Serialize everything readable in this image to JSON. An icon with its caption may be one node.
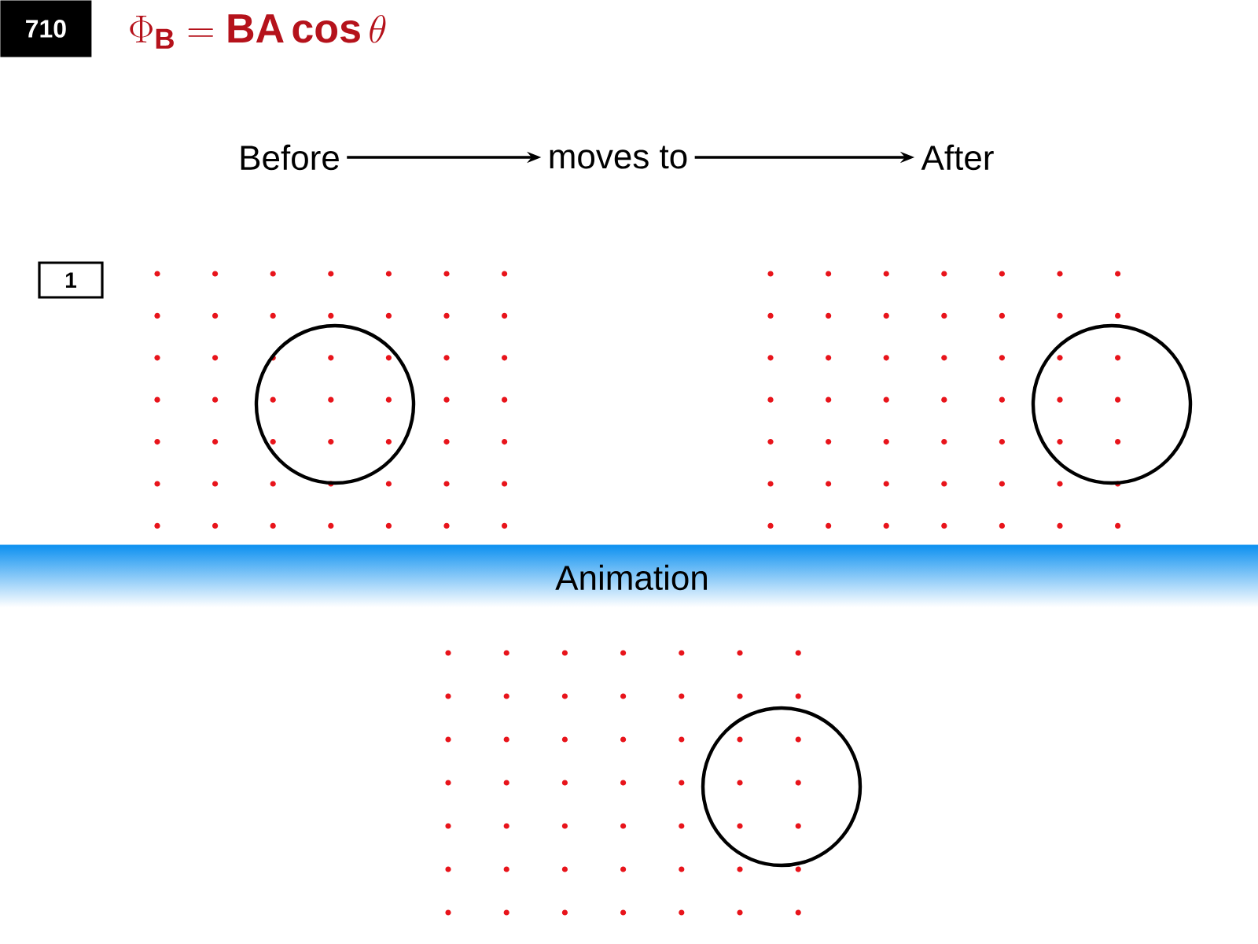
{
  "diagram": {
    "title": "\\Phi_{\\mathbf{B}} = \\mathbf{BA}\\,\\mathbf{cos}\\,\\theta",
    "nodes": [
      {
        "text": [
          "Before"
        ]
      },
      {
        "text": [
          "moves to"
        ]
      },
      {
        "text": [
          "After"
        ]
      }
    ],
    "edges": [
      {
        "from": 0,
        "to": 1,
        "arrow": "to"
      },
      {
        "from": 1,
        "to": 2,
        "arrow": "to"
      }
    ],
    "labels": [
      "710",
      "1",
      "Animation"
    ]
  }
}
